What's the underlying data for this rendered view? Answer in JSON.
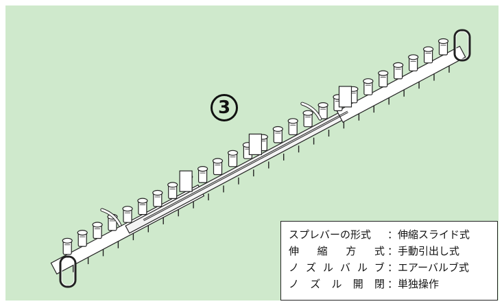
{
  "figure": {
    "badge_number": "3"
  },
  "spec_table": {
    "rows": [
      {
        "label": "スプレバーの形式",
        "value": "伸縮スライド式"
      },
      {
        "label": "伸縮方式",
        "value": "手動引出し式"
      },
      {
        "label": "ノズルバルブ",
        "value": "エアーバルブ式"
      },
      {
        "label": "ノズル開閉",
        "value": "単独操作"
      }
    ],
    "separator": "："
  }
}
